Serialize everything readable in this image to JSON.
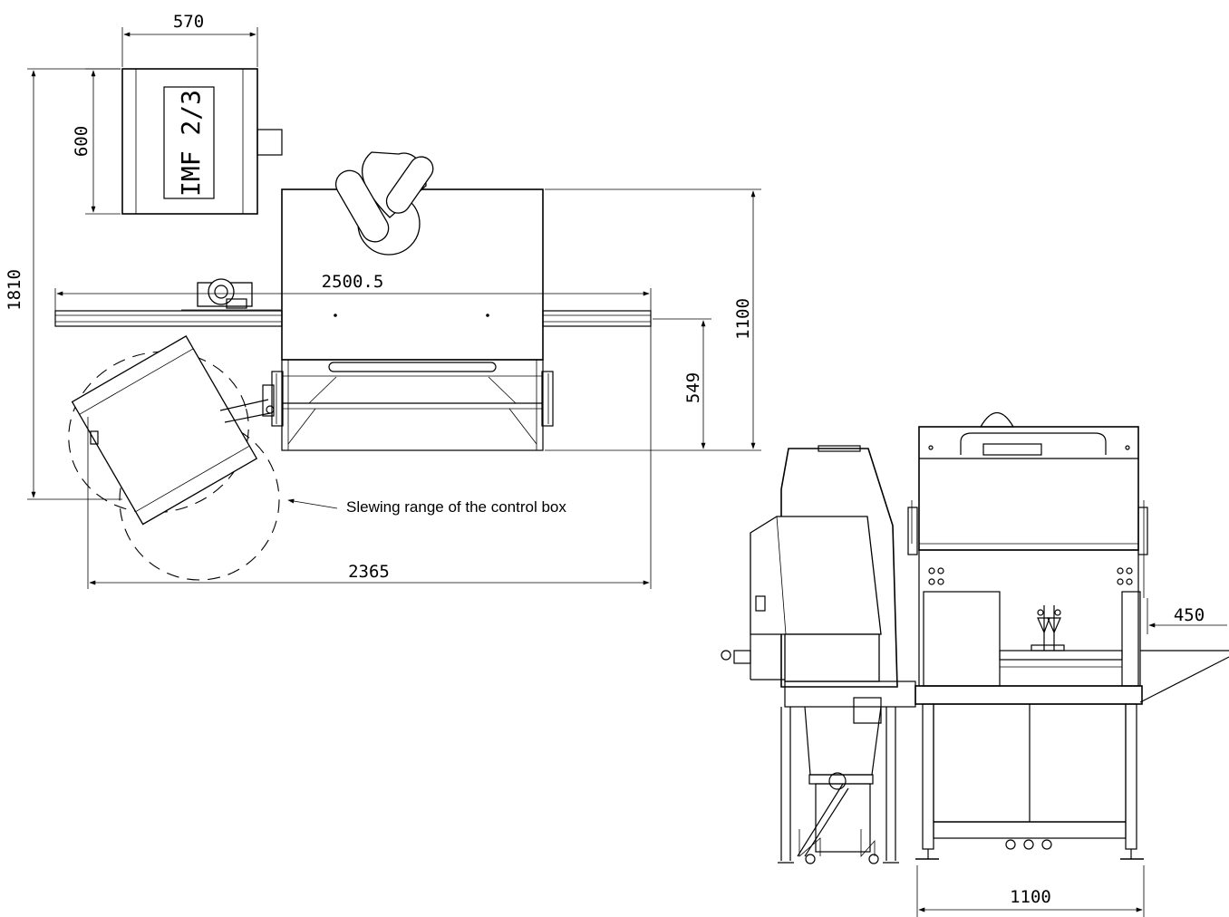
{
  "dimensions": {
    "controlbox_width": "570",
    "controlbox_depth": "600",
    "total_depth": "1810",
    "rail_length": "2500.5",
    "machine_depth": "1100",
    "front_offset": "549",
    "total_width": "2365",
    "front_width": "1100",
    "side_extension": "450"
  },
  "labels": {
    "panel_text": "IMF 2/3",
    "slewing_note": "Slewing range of the control box"
  }
}
